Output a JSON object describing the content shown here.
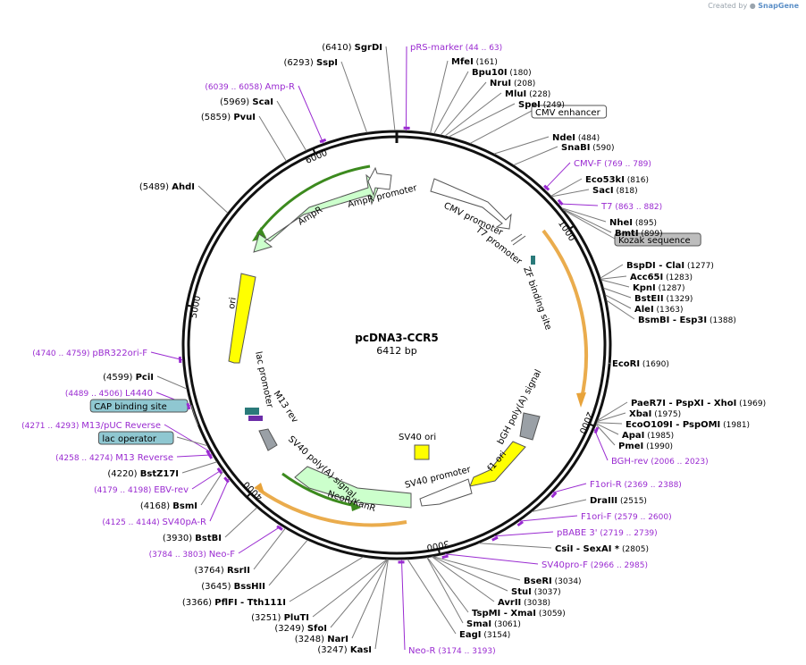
{
  "credit": {
    "prefix": "Created by",
    "brand": "SnapGene"
  },
  "plasmid": {
    "name": "pcDNA3-CCR5",
    "size_label": "6412 bp"
  },
  "ticks": [
    "1000",
    "2000",
    "3000",
    "4000",
    "5000",
    "6000"
  ],
  "colors": {
    "line": "#7a7a7a",
    "primer": "#9a2bd1",
    "primer_mark": "#9a2bd1",
    "feature_grey": "#9aa0a6",
    "arrow_green": "#ccffcc",
    "arrow_yellow": "#ffff00",
    "orange": "#e8a33a",
    "teal": "#2a7a7a",
    "purple_box": "#6b2da8"
  },
  "site_labels": [
    {
      "id": "sgrdi",
      "pos": "(6410)",
      "name": "SgrDI"
    },
    {
      "id": "sspi",
      "pos": "(6293)",
      "name": "SspI"
    },
    {
      "id": "scai",
      "pos": "(5969)",
      "name": "ScaI"
    },
    {
      "id": "pvui",
      "pos": "(5859)",
      "name": "PvuI"
    },
    {
      "id": "ahdi",
      "pos": "(5489)",
      "name": "AhdI"
    },
    {
      "id": "mfei",
      "name": "MfeI",
      "pos": "(161)"
    },
    {
      "id": "bpu10i",
      "name": "Bpu10I",
      "pos": "(180)"
    },
    {
      "id": "nrui",
      "name": "NruI",
      "pos": "(208)"
    },
    {
      "id": "mlui",
      "name": "MluI",
      "pos": "(228)"
    },
    {
      "id": "spei",
      "name": "SpeI",
      "pos": "(249)"
    },
    {
      "id": "ndei",
      "name": "NdeI",
      "pos": "(484)"
    },
    {
      "id": "snabi",
      "name": "SnaBI",
      "pos": "(590)"
    },
    {
      "id": "eco53ki",
      "name": "Eco53kI",
      "pos": "(816)"
    },
    {
      "id": "saci",
      "name": "SacI",
      "pos": "(818)"
    },
    {
      "id": "nhei",
      "name": "NheI",
      "pos": "(895)"
    },
    {
      "id": "bmti",
      "name": "BmtI",
      "pos": "(899)"
    },
    {
      "id": "bspdi",
      "name": "BspDI - ClaI",
      "pos": "(1277)"
    },
    {
      "id": "acc65i",
      "name": "Acc65I",
      "pos": "(1283)"
    },
    {
      "id": "kpni",
      "name": "KpnI",
      "pos": "(1287)"
    },
    {
      "id": "bsteii",
      "name": "BstEII",
      "pos": "(1329)"
    },
    {
      "id": "alei",
      "name": "AleI",
      "pos": "(1363)"
    },
    {
      "id": "bsmbi",
      "name": "BsmBI - Esp3I",
      "pos": "(1388)"
    },
    {
      "id": "ecori",
      "name": "EcoRI",
      "pos": "(1690)"
    },
    {
      "id": "paer7i",
      "name": "PaeR7I - PspXI - XhoI",
      "pos": "(1969)"
    },
    {
      "id": "xbai",
      "name": "XbaI",
      "pos": "(1975)"
    },
    {
      "id": "eco0109i",
      "name": "EcoO109I - PspOMI",
      "pos": "(1981)"
    },
    {
      "id": "apai",
      "name": "ApaI",
      "pos": "(1985)"
    },
    {
      "id": "pmei",
      "name": "PmeI",
      "pos": "(1990)"
    },
    {
      "id": "draiii",
      "name": "DraIII",
      "pos": "(2515)"
    },
    {
      "id": "csii",
      "name": "CsiI - SexAI *",
      "pos": "(2805)"
    },
    {
      "id": "bseri",
      "name": "BseRI",
      "pos": "(3034)"
    },
    {
      "id": "stui",
      "name": "StuI",
      "pos": "(3037)"
    },
    {
      "id": "avrii",
      "name": "AvrII",
      "pos": "(3038)"
    },
    {
      "id": "tspmi",
      "name": "TspMI - XmaI",
      "pos": "(3059)"
    },
    {
      "id": "smai",
      "name": "SmaI",
      "pos": "(3061)"
    },
    {
      "id": "eagi",
      "name": "EagI",
      "pos": "(3154)"
    },
    {
      "id": "pcii",
      "pos": "(4599)",
      "name": "PciI"
    },
    {
      "id": "bstz17i",
      "pos": "(4220)",
      "name": "BstZ17I"
    },
    {
      "id": "bsmi",
      "pos": "(4168)",
      "name": "BsmI"
    },
    {
      "id": "bstbi",
      "pos": "(3930)",
      "name": "BstBI"
    },
    {
      "id": "rsrii",
      "pos": "(3764)",
      "name": "RsrII"
    },
    {
      "id": "bsshii",
      "pos": "(3645)",
      "name": "BssHII"
    },
    {
      "id": "pflfi",
      "pos": "(3366)",
      "name": "PflFI - Tth111I"
    },
    {
      "id": "pluti",
      "pos": "(3251)",
      "name": "PluTI"
    },
    {
      "id": "sfoi",
      "pos": "(3249)",
      "name": "SfoI"
    },
    {
      "id": "nari",
      "pos": "(3248)",
      "name": "NarI"
    },
    {
      "id": "kasi",
      "pos": "(3247)",
      "name": "KasI"
    }
  ],
  "primer_labels": [
    {
      "id": "prs-marker",
      "name": "pRS-marker",
      "range": "(44 .. 63)"
    },
    {
      "id": "amp-r",
      "range": "(6039 .. 6058)",
      "name": "Amp-R"
    },
    {
      "id": "cmv-f",
      "name": "CMV-F",
      "range": "(769 .. 789)"
    },
    {
      "id": "t7",
      "name": "T7",
      "range": "(863 .. 882)"
    },
    {
      "id": "bgh-rev",
      "name": "BGH-rev",
      "range": "(2006 .. 2023)"
    },
    {
      "id": "f1ori-r",
      "name": "F1ori-R",
      "range": "(2369 .. 2388)"
    },
    {
      "id": "f1ori-f",
      "name": "F1ori-F",
      "range": "(2579 .. 2600)"
    },
    {
      "id": "pbabe3",
      "name": "pBABE 3'",
      "range": "(2719 .. 2739)"
    },
    {
      "id": "sv40pro-f",
      "name": "SV40pro-F",
      "range": "(2966 .. 2985)"
    },
    {
      "id": "neo-r",
      "name": "Neo-R",
      "range": "(3174 .. 3193)"
    },
    {
      "id": "pbr322ori-f",
      "range": "(4740 .. 4759)",
      "name": "pBR322ori-F"
    },
    {
      "id": "l4440",
      "range": "(4489 .. 4506)",
      "name": "L4440"
    },
    {
      "id": "m13-puc-rev",
      "range": "(4271 .. 4293)",
      "name": "M13/pUC Reverse"
    },
    {
      "id": "m13-reverse",
      "range": "(4258 .. 4274)",
      "name": "M13 Reverse"
    },
    {
      "id": "ebv-rev",
      "range": "(4179 .. 4198)",
      "name": "EBV-rev"
    },
    {
      "id": "sv40pa-r",
      "range": "(4125 .. 4144)",
      "name": "SV40pA-R"
    },
    {
      "id": "neo-f",
      "range": "(3784 .. 3803)",
      "name": "Neo-F"
    }
  ],
  "boxed_labels": [
    {
      "id": "cmv-enhancer",
      "text": "CMV enhancer",
      "style": "white"
    },
    {
      "id": "kozak",
      "text": "Kozak sequence",
      "style": "grey"
    },
    {
      "id": "cap-site",
      "text": "CAP binding site",
      "style": "teal"
    },
    {
      "id": "lac-operator",
      "text": "lac operator",
      "style": "teal"
    }
  ],
  "feature_labels": [
    {
      "id": "ampr",
      "text": "AmpR"
    },
    {
      "id": "ampr-promoter",
      "text": "AmpR promoter"
    },
    {
      "id": "cmv-promoter",
      "text": "CMV promoter"
    },
    {
      "id": "t7-promoter",
      "text": "T7 promoter"
    },
    {
      "id": "zf-site",
      "text": "ZF binding site"
    },
    {
      "id": "ori",
      "text": "ori"
    },
    {
      "id": "bgh-polya",
      "text": "bGH poly(A) signal"
    },
    {
      "id": "f1-ori",
      "text": "f1 ori"
    },
    {
      "id": "sv40-ori",
      "text": "SV40 ori"
    },
    {
      "id": "sv40-promoter",
      "text": "SV40 promoter"
    },
    {
      "id": "neor",
      "text": "NeoR/KanR"
    },
    {
      "id": "sv40-polya",
      "text": "SV40 poly(A) signal"
    },
    {
      "id": "lac-promoter",
      "text": "lac promoter"
    },
    {
      "id": "m13-rev",
      "text": "M13 rev"
    }
  ]
}
